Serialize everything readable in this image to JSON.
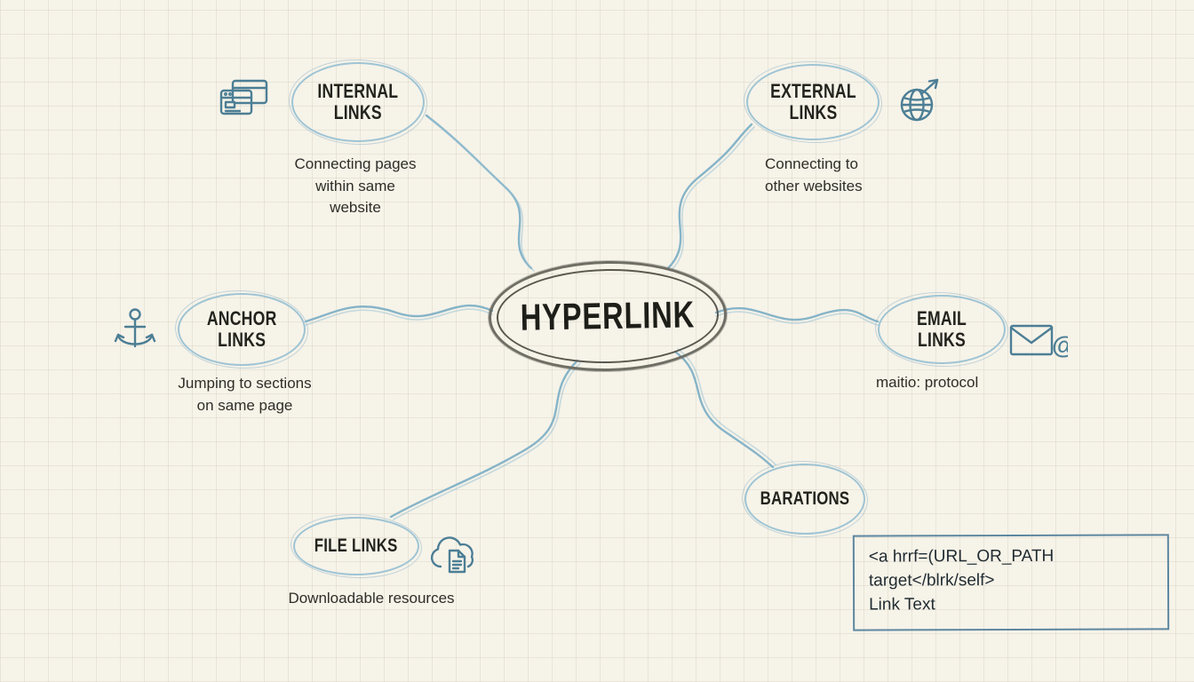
{
  "title": "Hyperlink mind map",
  "center": {
    "label": "HYPERLINK"
  },
  "nodes": {
    "internal": {
      "label": "INTERNAL\nLINKS",
      "caption": "Connecting pages\nwithin same\nwebsite"
    },
    "external": {
      "label": "EXTERNAL\nLINKS",
      "caption": "Connecting to\nother websites"
    },
    "anchor": {
      "label": "ANCHOR\nLINKS",
      "caption": "Jumping to sections\non same page"
    },
    "email": {
      "label": "EMAIL\nLINKS",
      "caption": "maitio: protocol"
    },
    "file": {
      "label": "FILE LINKS",
      "caption": "Downloadable resources"
    },
    "barations": {
      "label": "BARATIONS"
    }
  },
  "code_box": {
    "text": "<a hrrf=(URL_OR_PATH\ntarget</blrk/self>\nLink Text"
  },
  "icons": {
    "internal": "browser-windows-icon",
    "external": "globe-arrow-icon",
    "anchor": "anchor-icon",
    "email": "envelope-at-icon",
    "file": "cloud-document-icon"
  },
  "colors": {
    "background": "#f6f3e9",
    "connector": "#86b4c8",
    "node_outline": "#9ec4d4",
    "center_outline": "#6e6e65",
    "text": "#23231d",
    "icon": "#4c7e95"
  }
}
